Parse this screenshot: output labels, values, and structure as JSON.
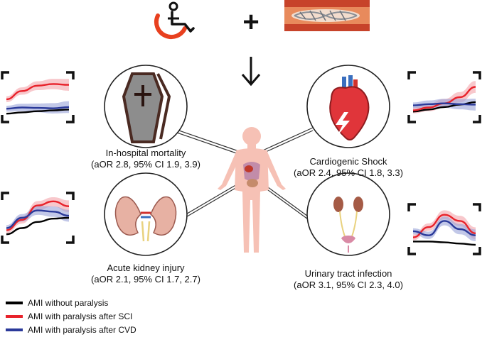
{
  "outcomes": {
    "mortality": {
      "name": "In-hospital mortality",
      "stats": "(aOR 2.8, 95% CI 1.9, 3.9)"
    },
    "shock": {
      "name": "Cardiogenic Shock",
      "stats": "(aOR 2.4, 95% CI 1.8, 3.3)"
    },
    "aki": {
      "name": "Acute kidney injury",
      "stats": "(aOR 2.1, 95% CI 1.7, 2.7)"
    },
    "uti": {
      "name": "Urinary tract infection",
      "stats": "(aOR 3.1, 95% CI 2.3, 4.0)"
    }
  },
  "legend": [
    {
      "label": "AMI without paralysis",
      "color": "#000000"
    },
    {
      "label": "AMI with paralysis after SCI",
      "color": "#e8222b"
    },
    {
      "label": "AMI with paralysis after CVD",
      "color": "#2b3a9a"
    }
  ],
  "symbols": {
    "plus": "+",
    "top_left_icon": "wheelchair-icon",
    "top_right_icon": "stent-icon"
  },
  "colors": {
    "black": "#000000",
    "red": "#e8222b",
    "red_band": "#f4a3aa",
    "blue": "#2b3a9a",
    "blue_band": "#9aa3d8"
  },
  "chart_data": [
    {
      "type": "line",
      "panel": "mortality",
      "series": [
        {
          "values": [
            0.1,
            0.13,
            0.16,
            0.18,
            0.2
          ]
        },
        {
          "values": [
            0.45,
            0.65,
            0.78,
            0.82,
            0.8
          ]
        },
        {
          "values": [
            0.22,
            0.25,
            0.24,
            0.23,
            0.26
          ]
        }
      ]
    },
    {
      "type": "line",
      "panel": "shock",
      "series": [
        {
          "values": [
            0.15,
            0.2,
            0.26,
            0.32,
            0.38
          ]
        },
        {
          "values": [
            0.18,
            0.25,
            0.35,
            0.5,
            0.75
          ]
        },
        {
          "values": [
            0.3,
            0.33,
            0.35,
            0.33,
            0.32
          ]
        }
      ]
    },
    {
      "type": "line",
      "panel": "aki",
      "series": [
        {
          "values": [
            0.1,
            0.25,
            0.4,
            0.48,
            0.5
          ]
        },
        {
          "values": [
            0.2,
            0.45,
            0.8,
            0.9,
            0.78
          ]
        },
        {
          "values": [
            0.25,
            0.5,
            0.68,
            0.65,
            0.55
          ]
        }
      ]
    },
    {
      "type": "line",
      "panel": "uti",
      "series": [
        {
          "values": [
            0.2,
            0.2,
            0.18,
            0.15,
            0.12
          ]
        },
        {
          "values": [
            0.3,
            0.55,
            0.85,
            0.7,
            0.4
          ]
        },
        {
          "values": [
            0.45,
            0.35,
            0.7,
            0.5,
            0.35
          ]
        }
      ]
    }
  ]
}
